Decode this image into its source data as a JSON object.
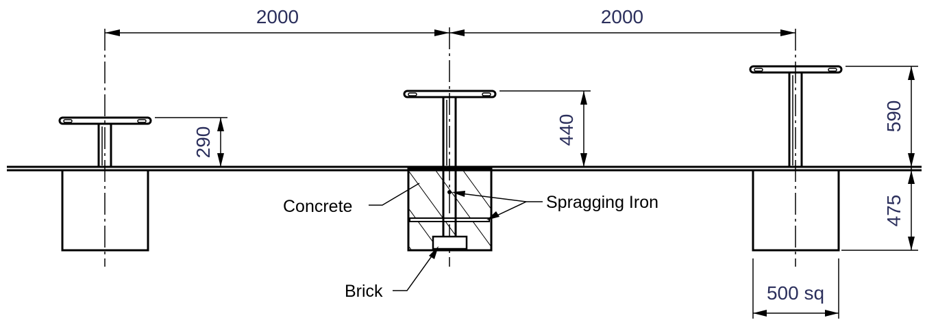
{
  "dimensions": {
    "span_left": "2000",
    "span_right": "2000",
    "height_short": "290",
    "height_mid": "440",
    "height_tall": "590",
    "depth": "475",
    "footing_width": "500 sq"
  },
  "labels": {
    "concrete": "Concrete",
    "spragging_iron": "Spragging Iron",
    "brick": "Brick"
  }
}
